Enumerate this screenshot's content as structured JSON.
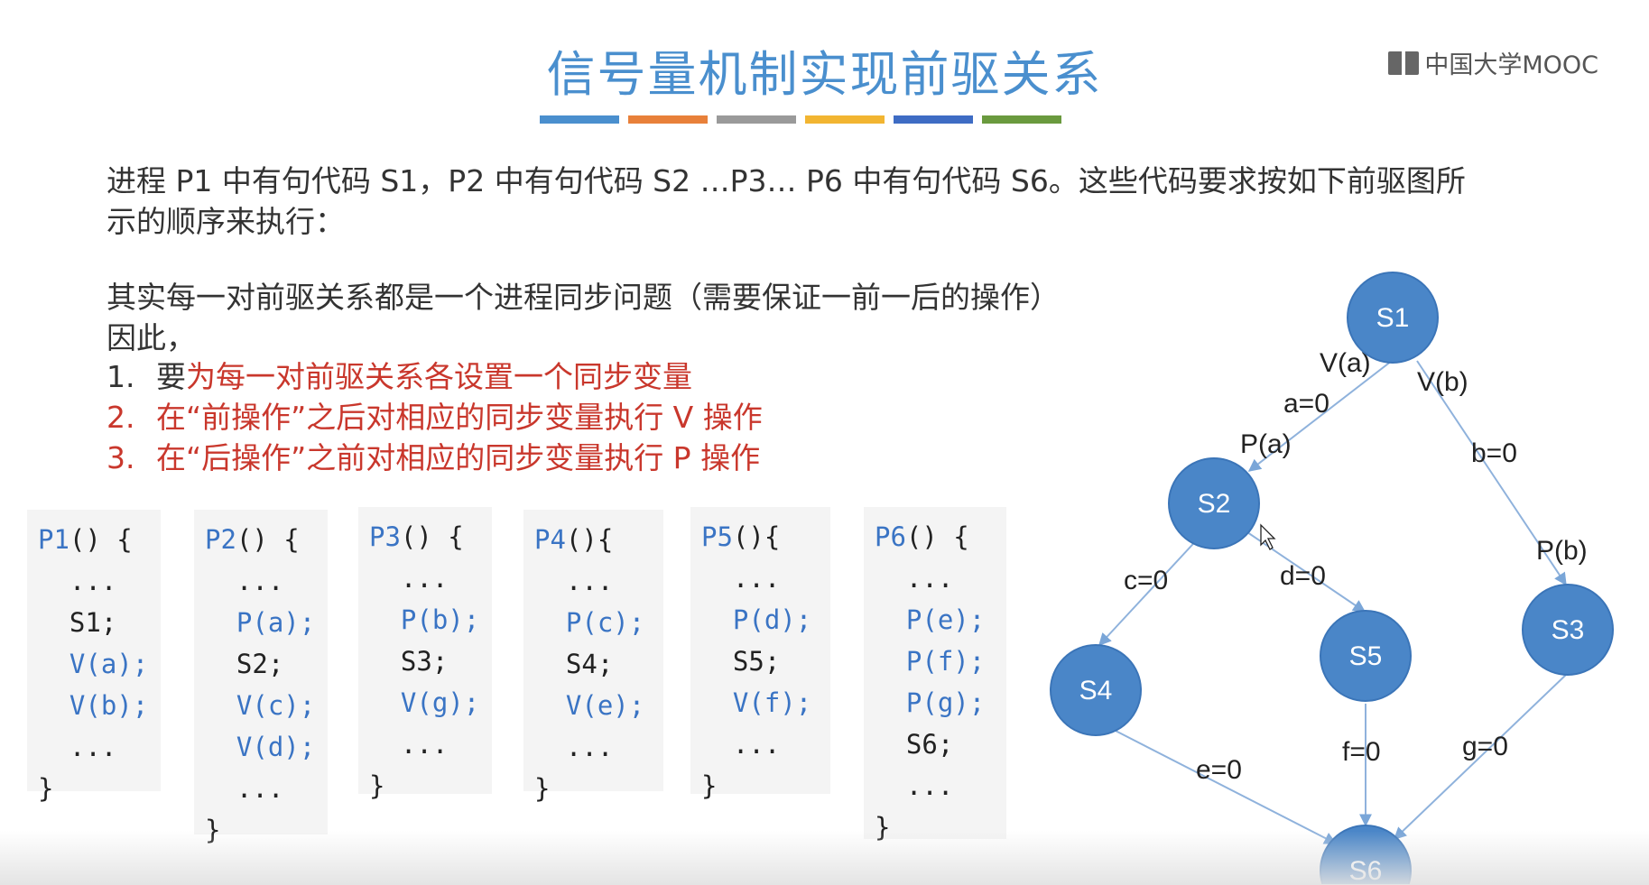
{
  "title": "信号量机制实现前驱关系",
  "logo_text": "中国大学MOOC",
  "bar_colors": [
    "#4a8fce",
    "#e8803a",
    "#9a9a9a",
    "#f2b531",
    "#3e6cc4",
    "#6a9a3e"
  ],
  "intro": {
    "line1": "进程 P1 中有句代码 S1，P2 中有句代码 S2 …P3… P6 中有句代码 S6。这些代码要求按如下前驱图所",
    "line2": "示的顺序来执行："
  },
  "explain": {
    "line1": "其实每一对前驱关系都是一个进程同步问题（需要保证一前一后的操作）",
    "line2": "因此，"
  },
  "list": [
    {
      "num": "1.",
      "prefix": "要",
      "text": "为每一对前驱关系各设置一个同步变量"
    },
    {
      "num": "2.",
      "prefix": "",
      "text": "在“前操作”之后对相应的同步变量执行 V 操作"
    },
    {
      "num": "3.",
      "prefix": "",
      "text": "在“后操作”之前对相应的同步变量执行 P 操作"
    }
  ],
  "code_blocks": [
    {
      "header": "P1",
      "header_rest": "() {",
      "lines": [
        "  ...",
        "  S1;",
        "  V(a);",
        "  V(b);",
        "  ...",
        "}"
      ]
    },
    {
      "header": "P2",
      "header_rest": "() {",
      "lines": [
        "  ...",
        "  P(a);",
        "  S2;",
        "  V(c);",
        "  V(d);",
        "  ...",
        "}"
      ]
    },
    {
      "header": "P3",
      "header_rest": "() {",
      "lines": [
        "  ...",
        "  P(b);",
        "  S3;",
        "  V(g);",
        "  ...",
        "}"
      ]
    },
    {
      "header": "P4",
      "header_rest": "(){",
      "lines": [
        "  ...",
        "  P(c);",
        "  S4;",
        "  V(e);",
        "  ...",
        "}"
      ]
    },
    {
      "header": "P5",
      "header_rest": "(){",
      "lines": [
        "  ...",
        "  P(d);",
        "  S5;",
        "  V(f);",
        "  ...",
        "}"
      ]
    },
    {
      "header": "P6",
      "header_rest": "() {",
      "lines": [
        "  ...",
        "  P(e);",
        "  P(f);",
        "  P(g);",
        "  S6;",
        "  ...",
        "}"
      ]
    }
  ],
  "graph": {
    "node_color": "#4a86c8",
    "nodes": {
      "s1": "S1",
      "s2": "S2",
      "s3": "S3",
      "s4": "S4",
      "s5": "S5",
      "s6": "S6"
    },
    "edge_labels": {
      "va": "V(a)",
      "a0": "a=0",
      "pa": "P(a)",
      "vb": "V(b)",
      "b0": "b=0",
      "pb": "P(b)",
      "c0": "c=0",
      "d0": "d=0",
      "e0": "e=0",
      "f0": "f=0",
      "g0": "g=0"
    }
  }
}
